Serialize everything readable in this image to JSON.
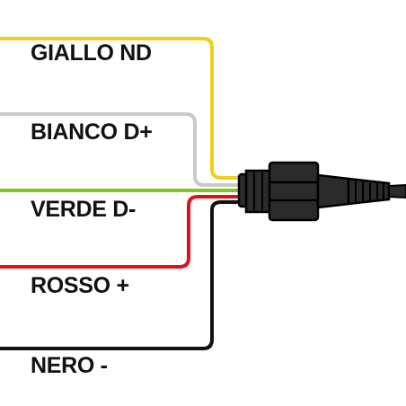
{
  "wires": [
    {
      "id": "yellow",
      "label": "GIALLO ND",
      "color": "#F2CE1C"
    },
    {
      "id": "white",
      "label": "BIANCO D+",
      "color": "#C9C9C9"
    },
    {
      "id": "green",
      "label": "VERDE D-",
      "color": "#7DC623"
    },
    {
      "id": "red",
      "label": "ROSSO +",
      "color": "#D8141A"
    },
    {
      "id": "black",
      "label": "NERO -",
      "color": "#111111"
    }
  ],
  "connector": {
    "body_color": "#2B2B2B",
    "outline_color": "#000000"
  }
}
